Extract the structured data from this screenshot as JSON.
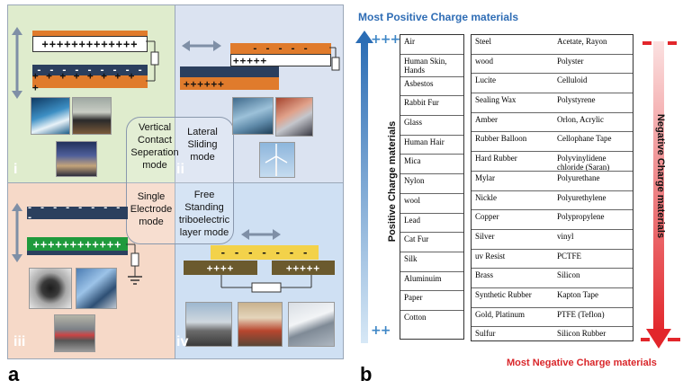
{
  "panel_a": {
    "letter": "a",
    "quadrants": [
      {
        "numeral": "i",
        "mode": [
          "Vertical",
          "Contact",
          "Seperation",
          "mode"
        ]
      },
      {
        "numeral": "ii",
        "mode": [
          "Lateral",
          "Sliding",
          "mode"
        ]
      },
      {
        "numeral": "iii",
        "mode": [
          "Single",
          "Electrode",
          "mode"
        ]
      },
      {
        "numeral": "iv",
        "mode": [
          "Free Standing",
          "triboelectric",
          "layer mode"
        ]
      }
    ],
    "plates": {
      "q1_top": "+++++++++++++",
      "q1_mid": "- - - - - - - - -",
      "q1_bottom": "+ + + + + + + + +",
      "q2_top": "- - - - -",
      "q2_mid": "+++++",
      "q2_bottom": "++++++",
      "q3_top": "- - - - - - - - -",
      "q3_bottom": "++++++++++++",
      "q4_top": "- - - - - - -",
      "q4_left": "++++",
      "q4_right": "+++++"
    },
    "colors": {
      "q1": "#dfeccd",
      "q2": "#dbe3f1",
      "q3": "#f6d9c8",
      "q4": "#cfe0f3",
      "orange": "#e07b2c",
      "navy": "#2b3f5e",
      "green": "#1f9a3c",
      "yellow": "#f3d24a"
    }
  },
  "panel_b": {
    "letter": "b",
    "top_title": "Most Positive Charge materials",
    "bottom_title": "Most Negative Charge materials",
    "left_label": "Positive Charge materials",
    "right_label": "Negative Charge materials",
    "plus_top": "+++",
    "plus_bottom": "++",
    "col1": [
      "Air",
      "Human Skin, Hands",
      "Asbestos",
      "Rabbit Fur",
      "Glass",
      "Human Hair",
      "Mica",
      "Nylon",
      "wool",
      "Lead",
      "Cat Fur",
      "Silk",
      "Aluminuim",
      "Paper",
      "Cotton"
    ],
    "col2": [
      "Steel",
      "wood",
      "Lucite",
      "Sealing Wax",
      "Amber",
      "Rubber Balloon",
      "Hard Rubber",
      "Mylar",
      "Nickle",
      "Copper",
      "Silver",
      "uv Resist",
      "Brass",
      "Synthetic Rubber",
      "Gold, Platinum",
      "Sulfur"
    ],
    "col3": [
      "Acetate, Rayon",
      "Polyster",
      "Celluloid",
      "Polystyrene",
      "Orlon, Acrylic",
      "Cellophane Tape",
      "Polyvinylidene chloride (Saran)",
      "Polyurethane",
      "Polyurethylene",
      "Polypropylene",
      "vinyl",
      "PCTFE",
      "Silicon",
      "Kapton Tape",
      "PTFE (Teflon)",
      "Silicon Rubber"
    ],
    "colors": {
      "title_pos": "#2f6db5",
      "title_neg": "#d9262a",
      "arrow_blue": "#3d86c6",
      "arrow_red": "#e2262b"
    }
  }
}
